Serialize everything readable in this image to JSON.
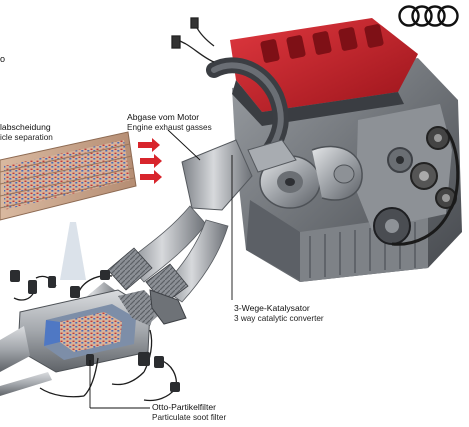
{
  "brand": {
    "name": "Audi",
    "logo": "four-rings"
  },
  "labels": {
    "exhaust": {
      "de": "Abgase vom Motor",
      "en": "Engine exhaust gasses"
    },
    "separation": {
      "de": "labscheidung",
      "en": "icle separation"
    },
    "catalyst": {
      "de": "3-Wege-Katalysator",
      "en": "3 way catalytic converter"
    },
    "filter": {
      "de": "Otto-Partikelfilter",
      "en": "Particulate soot filter"
    },
    "edge_mark": "o"
  },
  "colors": {
    "engine_cover_red": "#c8202a",
    "metal_light": "#b9bcc0",
    "metal_dark": "#4a4d52",
    "filter_cell_red": "#c23a3a",
    "filter_cell_blue": "#3d62b8",
    "flow_arrow": "#d8252c"
  }
}
